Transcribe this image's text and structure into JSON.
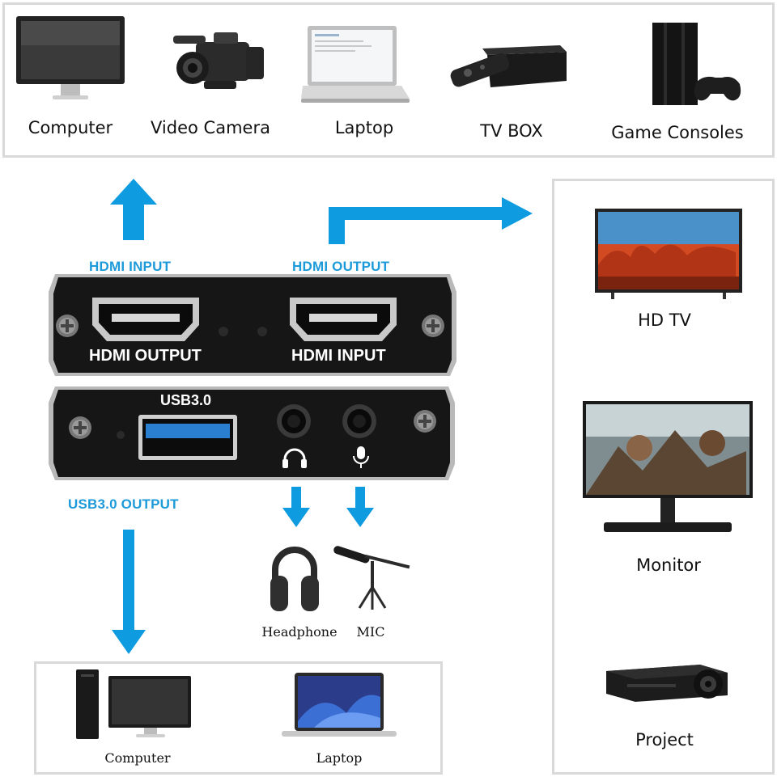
{
  "sources": {
    "items": [
      {
        "label": "Computer",
        "icon": "desktop-monitor-icon"
      },
      {
        "label": "Video Camera",
        "icon": "video-camera-icon"
      },
      {
        "label": "Laptop",
        "icon": "laptop-icon"
      },
      {
        "label": "TV BOX",
        "icon": "tv-box-icon"
      },
      {
        "label": "Game Consoles",
        "icon": "game-console-icon"
      }
    ]
  },
  "displays": {
    "items": [
      {
        "label": "HD TV",
        "icon": "hd-tv-icon"
      },
      {
        "label": "Monitor",
        "icon": "monitor-icon"
      },
      {
        "label": "Project",
        "icon": "projector-icon"
      }
    ]
  },
  "capture_outputs": {
    "items": [
      {
        "label": "Computer",
        "icon": "desktop-computer-icon"
      },
      {
        "label": "Laptop",
        "icon": "macbook-icon"
      }
    ]
  },
  "audio": {
    "headphone_label": "Headphone",
    "mic_label": "MIC"
  },
  "callouts": {
    "hdmi_input": "HDMI INPUT",
    "hdmi_output": "HDMI OUTPUT",
    "usb_output": "USB3.0 OUTPUT"
  },
  "device": {
    "front_port_left": "HDMI OUTPUT",
    "front_port_right": "HDMI INPUT",
    "usb_label": "USB3.0"
  },
  "colors": {
    "arrow": "#0f9be0",
    "callout_text": "#1d9ad9",
    "device_body": "#1a1a1a",
    "frame_border": "#d9d9d9"
  }
}
